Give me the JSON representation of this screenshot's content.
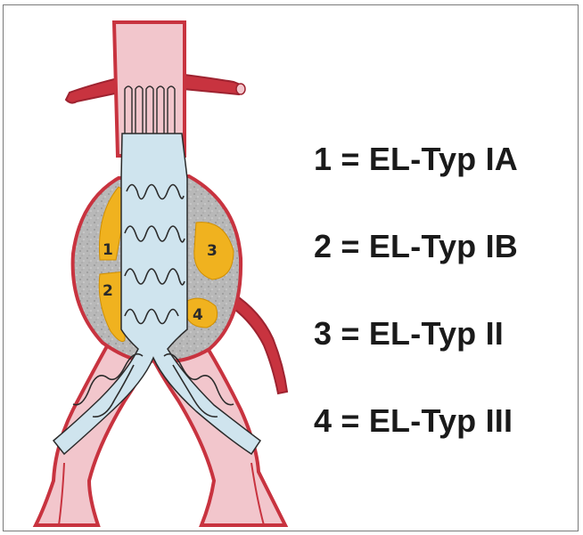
{
  "diagram": {
    "regions": [
      {
        "number": "1"
      },
      {
        "number": "2"
      },
      {
        "number": "3"
      },
      {
        "number": "4"
      }
    ]
  },
  "legend": {
    "items": [
      {
        "text": "1 = EL-Typ IA"
      },
      {
        "text": "2 = EL-Typ IB"
      },
      {
        "text": "3 = EL-Typ II"
      },
      {
        "text": "4 = EL-Typ III"
      }
    ]
  },
  "colors": {
    "vessel_fill": "#f2c6cc",
    "vessel_outline": "#c8333f",
    "thrombus": "#b9b9b9",
    "endoleak": "#f0b21f",
    "stent_graft": "#cfe4ee",
    "stent_wire": "#2b2b2b"
  }
}
